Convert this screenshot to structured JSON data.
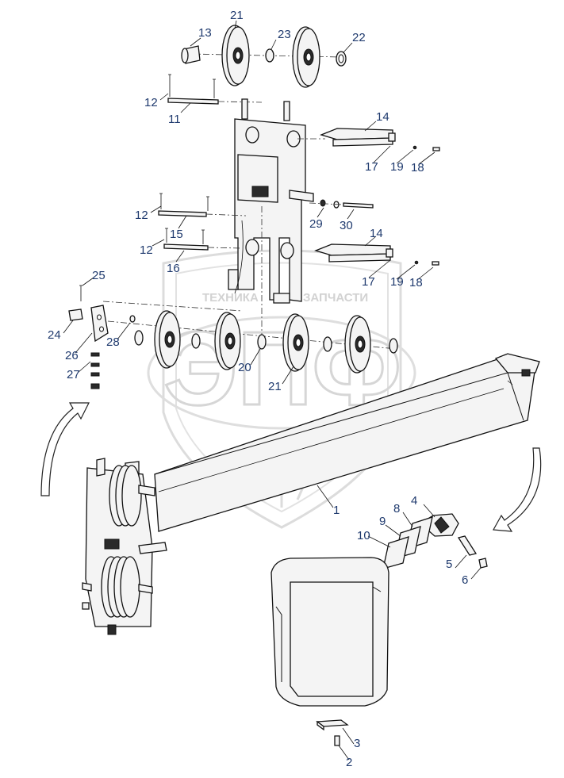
{
  "watermark": {
    "left_word": "ТЕХНИКА",
    "right_word": "ЗАПЧАСТИ",
    "logo_letters": "ЭПФ"
  },
  "callouts": [
    {
      "id": "c21a",
      "label": "21"
    },
    {
      "id": "c13",
      "label": "13"
    },
    {
      "id": "c23",
      "label": "23"
    },
    {
      "id": "c22",
      "label": "22"
    },
    {
      "id": "c12a",
      "label": "12"
    },
    {
      "id": "c11",
      "label": "11"
    },
    {
      "id": "c14a",
      "label": "14"
    },
    {
      "id": "c17a",
      "label": "17"
    },
    {
      "id": "c19a",
      "label": "19"
    },
    {
      "id": "c18a",
      "label": "18"
    },
    {
      "id": "c12b",
      "label": "12"
    },
    {
      "id": "c15",
      "label": "15"
    },
    {
      "id": "c29",
      "label": "29"
    },
    {
      "id": "c30",
      "label": "30"
    },
    {
      "id": "c12c",
      "label": "12"
    },
    {
      "id": "c14b",
      "label": "14"
    },
    {
      "id": "c16",
      "label": "16"
    },
    {
      "id": "c17b",
      "label": "17"
    },
    {
      "id": "c19b",
      "label": "19"
    },
    {
      "id": "c18b",
      "label": "18"
    },
    {
      "id": "c25",
      "label": "25"
    },
    {
      "id": "c24",
      "label": "24"
    },
    {
      "id": "c28",
      "label": "28"
    },
    {
      "id": "c26",
      "label": "26"
    },
    {
      "id": "c27",
      "label": "27"
    },
    {
      "id": "c20",
      "label": "20"
    },
    {
      "id": "c21b",
      "label": "21"
    },
    {
      "id": "c1",
      "label": "1"
    },
    {
      "id": "c4",
      "label": "4"
    },
    {
      "id": "c8",
      "label": "8"
    },
    {
      "id": "c9",
      "label": "9"
    },
    {
      "id": "c10",
      "label": "10"
    },
    {
      "id": "c5",
      "label": "5"
    },
    {
      "id": "c6",
      "label": "6"
    },
    {
      "id": "c3",
      "label": "3"
    },
    {
      "id": "c2",
      "label": "2"
    }
  ]
}
